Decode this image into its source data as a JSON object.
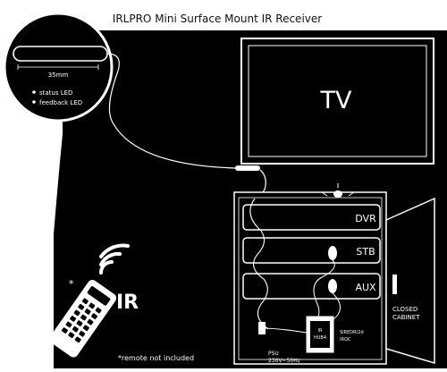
{
  "title": "IRLPRO Mini Surface Mount IR Receiver",
  "callout": {
    "dimension": "35mm",
    "led_labels": [
      "status LED",
      "feedback LED"
    ]
  },
  "tv_label": "TV",
  "cabinet": {
    "devices": [
      "DVR",
      "STB",
      "AUX"
    ],
    "door_label_line1": "CLOSED",
    "door_label_line2": "CABINET"
  },
  "hub": {
    "label_line1": "IR",
    "label_line2": "HUB4",
    "port_labels": [
      "SIREDR/2d",
      "IRQC"
    ]
  },
  "psu": {
    "label_line1": "PSU",
    "label_line2": "230V~50Hz"
  },
  "remote": {
    "ir_text": "IR",
    "note": "*remote not included",
    "asterisk": "*"
  },
  "colors": {
    "background": "#000000",
    "line": "#ffffff",
    "page": "#ffffff"
  }
}
